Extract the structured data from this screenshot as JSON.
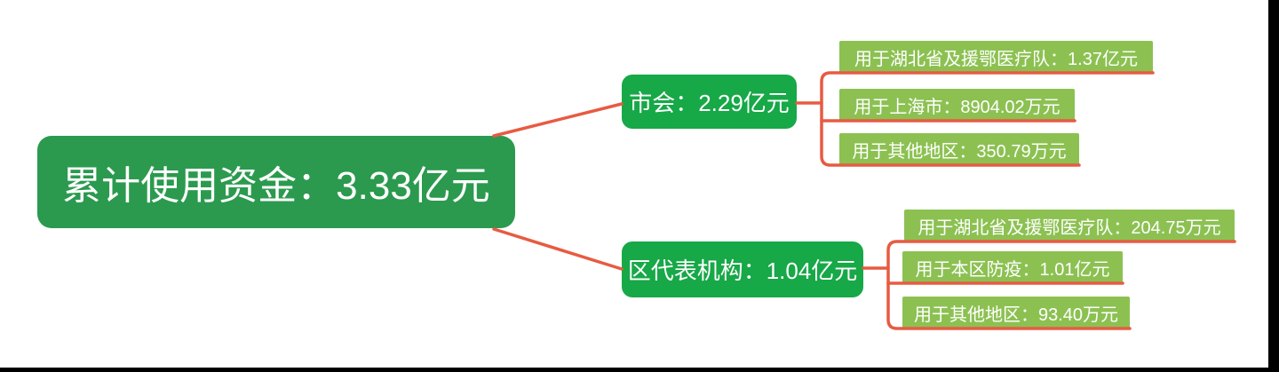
{
  "diagram": {
    "title": "累计使用资金 mind map",
    "root": {
      "label": "累计使用资金：3.33亿元"
    },
    "branches": [
      {
        "label": "市会：2.29亿元",
        "children": [
          {
            "label": "用于湖北省及援鄂医疗队：1.37亿元"
          },
          {
            "label": "用于上海市：8904.02万元"
          },
          {
            "label": "用于其他地区：350.79万元"
          }
        ]
      },
      {
        "label": "区代表机构：1.04亿元",
        "children": [
          {
            "label": "用于湖北省及援鄂医疗队：204.75万元"
          },
          {
            "label": "用于本区防疫：1.01亿元"
          },
          {
            "label": "用于其他地区：93.40万元"
          }
        ]
      }
    ]
  },
  "colors": {
    "root_node": "#2B9A4E",
    "branch_node": "#17A847",
    "leaf_node": "#8CC152",
    "connector": "#E75B42",
    "text": "#FFFFFF",
    "frame": "#000000"
  }
}
